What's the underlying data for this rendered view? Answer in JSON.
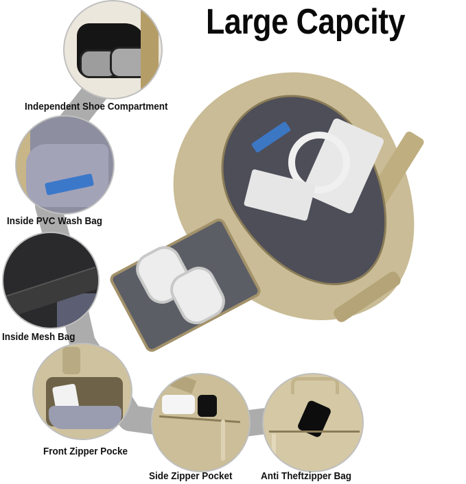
{
  "title": "Large Capcity",
  "features": [
    {
      "id": "shoe",
      "label": "Independent Shoe Compartment"
    },
    {
      "id": "pvc",
      "label": "Inside PVC Wash Bag"
    },
    {
      "id": "mesh",
      "label": "Inside Mesh Bag"
    },
    {
      "id": "front",
      "label": "Front Zipper Pocke"
    },
    {
      "id": "side",
      "label": "Side Zipper Pocket"
    },
    {
      "id": "antitheft",
      "label": "Anti Theftzipper Bag"
    }
  ],
  "colors": {
    "bag_khaki": "#c9bc96",
    "zipper_trim": "#8a7c57",
    "ribbon_gray": "#9a9a9a",
    "text": "#111111",
    "background": "#ffffff"
  }
}
